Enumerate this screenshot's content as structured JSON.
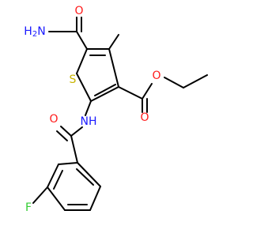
{
  "molecule": {
    "atoms": {
      "amide_n": {
        "text": "H",
        "sub": "2",
        "tail": "N",
        "color": "#1a1aff"
      },
      "amide_o": {
        "text": "O",
        "color": "#ff1a1a"
      },
      "ring_s": {
        "text": "S",
        "color": "#c8b400"
      },
      "nh": {
        "text": "NH",
        "color": "#1a1aff"
      },
      "benzoyl_o": {
        "text": "O",
        "color": "#ff1a1a"
      },
      "ester_o_double": {
        "text": "O",
        "color": "#ff1a1a"
      },
      "ester_o_single": {
        "text": "O",
        "color": "#ff1a1a"
      },
      "fluorine": {
        "text": "F",
        "color": "#33cc33"
      }
    }
  }
}
